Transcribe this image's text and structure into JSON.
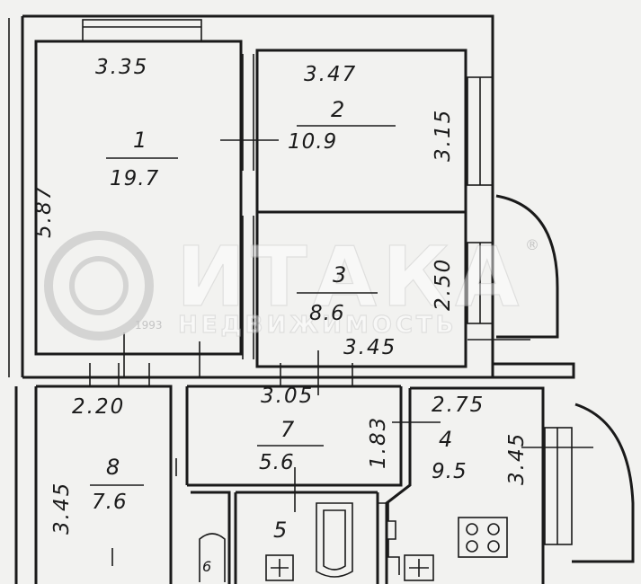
{
  "rooms": [
    {
      "num": "1",
      "area": "19.7"
    },
    {
      "num": "2",
      "area": "10.9"
    },
    {
      "num": "3",
      "area": "8.6"
    },
    {
      "num": "4",
      "area": "9.5"
    },
    {
      "num": "5",
      "area": ""
    },
    {
      "num": "6",
      "area": ""
    },
    {
      "num": "7",
      "area": "5.6"
    },
    {
      "num": "8",
      "area": "7.6"
    }
  ],
  "dimensions": {
    "room1_width": "3.35",
    "room1_height": "5.87",
    "room2_width": "3.47",
    "room2_height": "3.15",
    "room3_height": "2.50",
    "room3_width": "3.45",
    "room8_width": "2.20",
    "room8_height": "3.45",
    "room7_width": "3.05",
    "room7_height": "1.83",
    "room4_width": "2.75",
    "room4_height": "3.45"
  },
  "watermark": {
    "brand": "ИТАКА",
    "year": "1993",
    "subtitle": "НЕДВИЖИМОСТЬ",
    "registered": "®"
  },
  "colors": {
    "paper": "#f2f2f0",
    "ink": "#1a1a1a",
    "watermark": "#cfcfcf"
  }
}
